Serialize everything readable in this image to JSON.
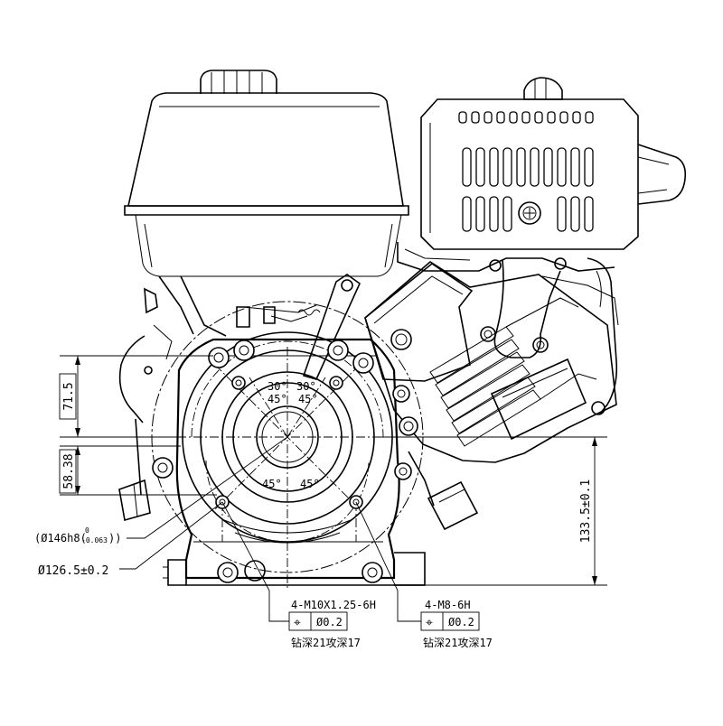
{
  "drawing": {
    "dimensions": {
      "d71_5": "71.5",
      "d58_38": "58.38",
      "d133_5": "133.5±0.1",
      "pilot_dia_prefix": "(Ø146h8(",
      "pilot_tol_upper": "0",
      "pilot_tol_lower": "-0.063",
      "pilot_dia_suffix": "))",
      "bolt_circle": "Ø126.5±0.2"
    },
    "angles": {
      "a30_left": "30°",
      "a30_right": "30°",
      "a45_upper_left": "45°",
      "a45_upper_right": "45°",
      "a45_lower_left": "45°",
      "a45_lower_right": "45°"
    },
    "callouts": {
      "left": {
        "thread": "4-M10X1.25-6H",
        "position_symbol": "⌖",
        "tolerance": "Ø0.2",
        "depth_note": "钻深21攻深17"
      },
      "right": {
        "thread": "4-M8-6H",
        "position_symbol": "⌖",
        "tolerance": "Ø0.2",
        "depth_note": "钻深21攻深17"
      }
    }
  }
}
